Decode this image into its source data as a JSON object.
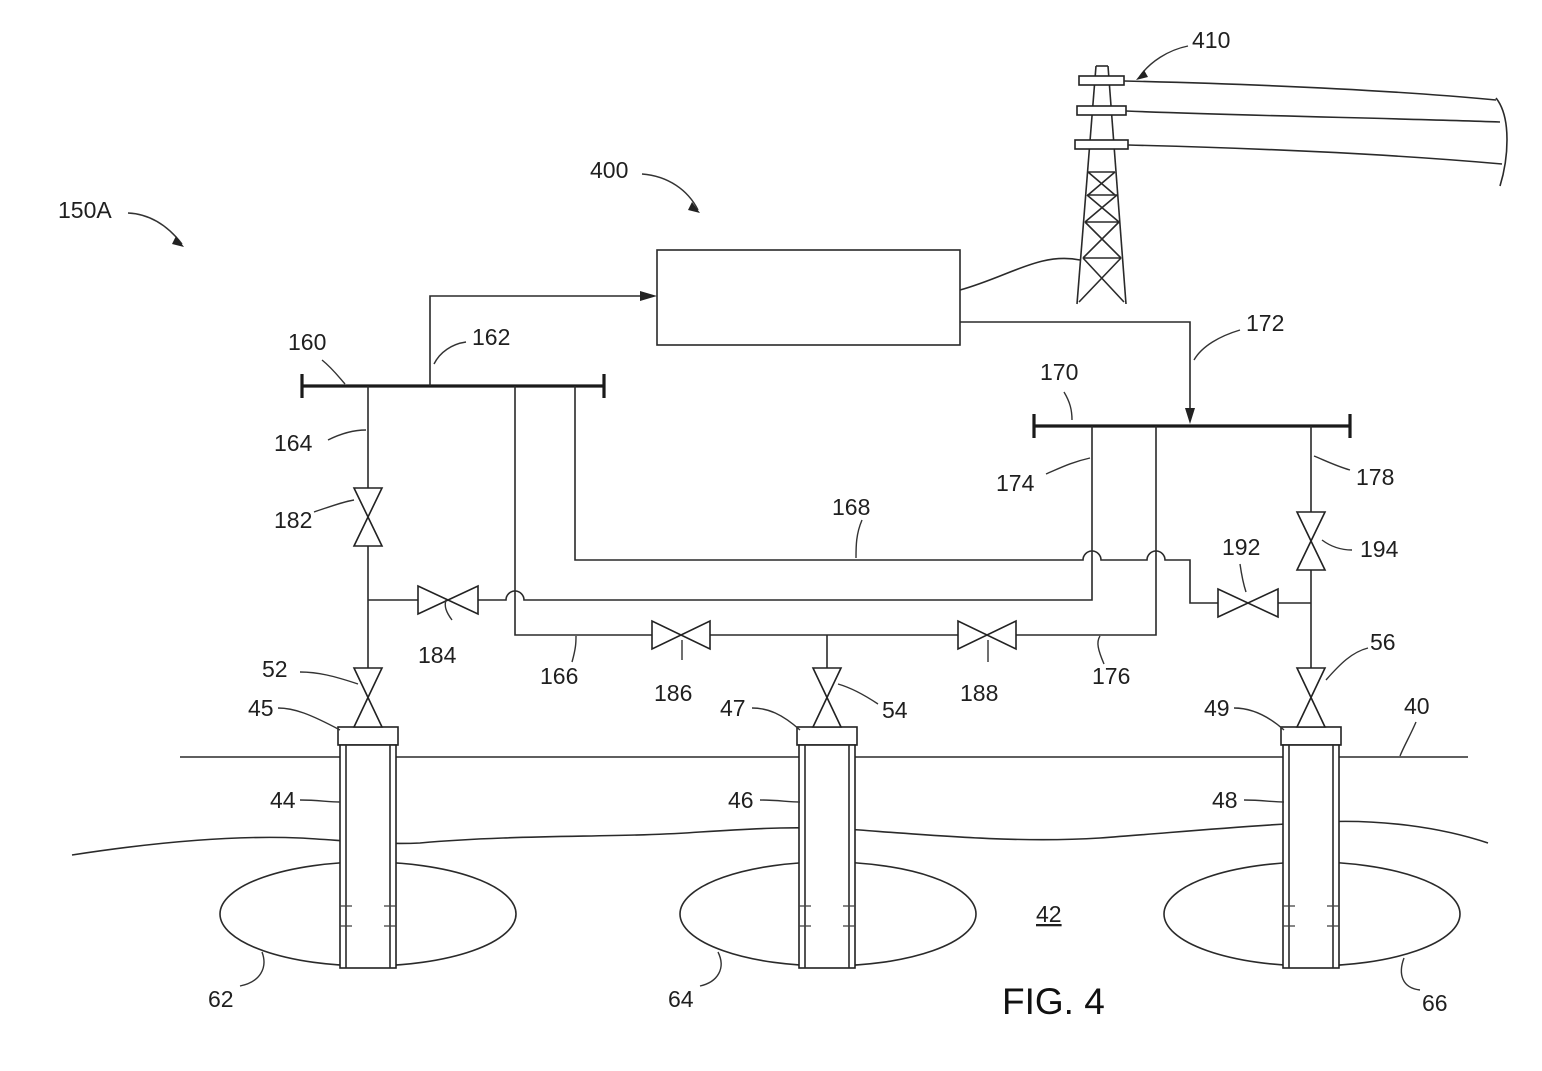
{
  "figure": {
    "caption": "FIG. 4",
    "labels": {
      "l150A": "150A",
      "l400": "400",
      "l410": "410",
      "l160": "160",
      "l162": "162",
      "l164": "164",
      "l166": "166",
      "l168": "168",
      "l170": "170",
      "l172": "172",
      "l174": "174",
      "l176": "176",
      "l178": "178",
      "l182": "182",
      "l184": "184",
      "l186": "186",
      "l188": "188",
      "l192": "192",
      "l194": "194",
      "l52": "52",
      "l54": "54",
      "l56": "56",
      "l45": "45",
      "l47": "47",
      "l49": "49",
      "l44": "44",
      "l46": "46",
      "l48": "48",
      "l40": "40",
      "l42": "42",
      "l62": "62",
      "l64": "64",
      "l66": "66"
    }
  }
}
